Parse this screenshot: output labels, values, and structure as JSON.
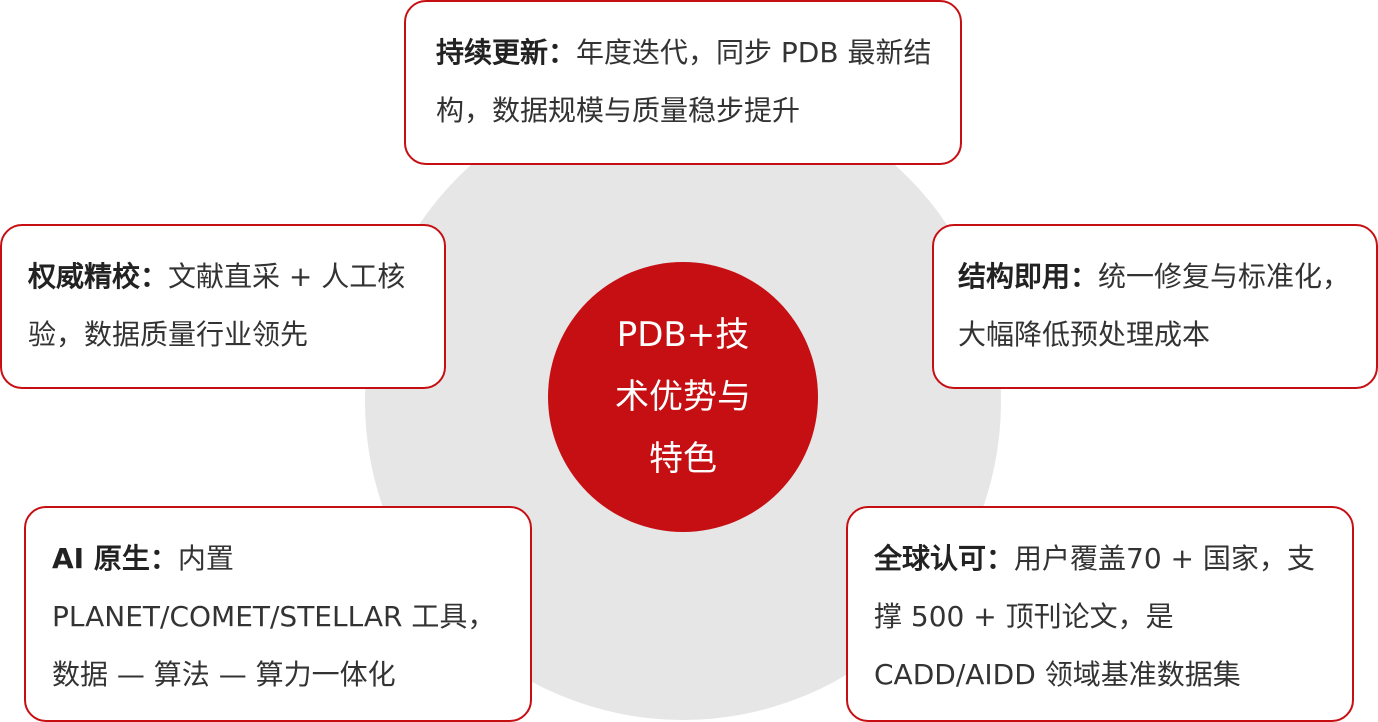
{
  "colors": {
    "accent": "#c60f13",
    "background_circle": "#e6e6e6",
    "card_border": "#c60f13"
  },
  "center": {
    "label": "PDB+技术优势与特色"
  },
  "cards": {
    "top": {
      "title": "持续更新：",
      "text": "年度迭代，同步 PDB 最新结构，数据规模与质量稳步提升"
    },
    "left": {
      "title": "权威精校：",
      "text": "文献直采 + 人工核验，数据质量行业领先"
    },
    "right": {
      "title": "结构即用：",
      "text": "统一修复与标准化，大幅降低预处理成本"
    },
    "bottom_left": {
      "title": "AI 原生：",
      "text": "内置 PLANET/COMET/STELLAR 工具，数据 — 算法 — 算力一体化"
    },
    "bottom_right": {
      "title": "全球认可：",
      "text": "用户覆盖70 + 国家，支撑 500 + 顶刊论文，是 CADD/AIDD 领域基准数据集"
    }
  }
}
